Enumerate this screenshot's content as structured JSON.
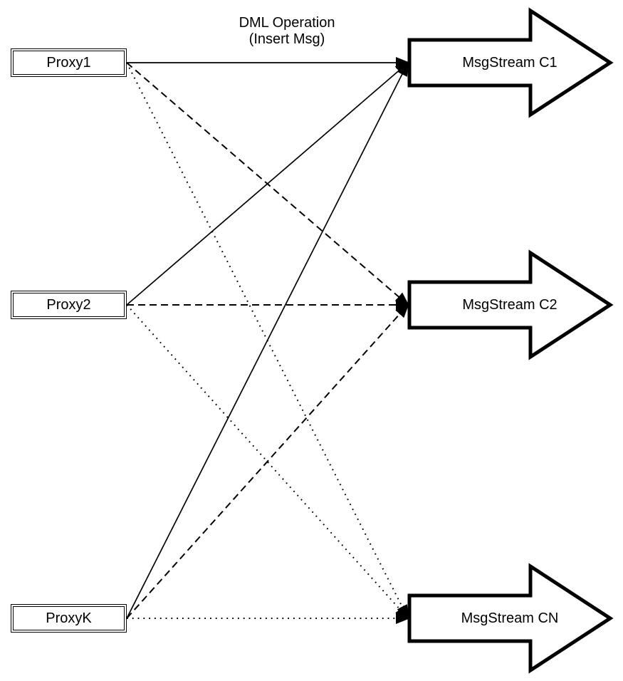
{
  "diagram": {
    "title_line1": "DML Operation",
    "title_line2": "(Insert Msg)",
    "proxies": [
      {
        "label": "Proxy1"
      },
      {
        "label": "Proxy2"
      },
      {
        "label": "ProxyK"
      }
    ],
    "streams": [
      {
        "label": "MsgStream C1",
        "incoming_line_style": "solid"
      },
      {
        "label": "MsgStream C2",
        "incoming_line_style": "dashed"
      },
      {
        "label": "MsgStream CN",
        "incoming_line_style": "dotted"
      }
    ],
    "edges": [
      {
        "from": "Proxy1",
        "to": "MsgStream C1",
        "style": "solid"
      },
      {
        "from": "Proxy1",
        "to": "MsgStream C2",
        "style": "dashed"
      },
      {
        "from": "Proxy1",
        "to": "MsgStream CN",
        "style": "dotted"
      },
      {
        "from": "Proxy2",
        "to": "MsgStream C1",
        "style": "solid"
      },
      {
        "from": "Proxy2",
        "to": "MsgStream C2",
        "style": "dashed"
      },
      {
        "from": "Proxy2",
        "to": "MsgStream CN",
        "style": "dotted"
      },
      {
        "from": "ProxyK",
        "to": "MsgStream C1",
        "style": "solid"
      },
      {
        "from": "ProxyK",
        "to": "MsgStream C2",
        "style": "dashed"
      },
      {
        "from": "ProxyK",
        "to": "MsgStream CN",
        "style": "dotted"
      }
    ],
    "colors": {
      "stroke": "#000000",
      "fill": "#ffffff"
    }
  }
}
